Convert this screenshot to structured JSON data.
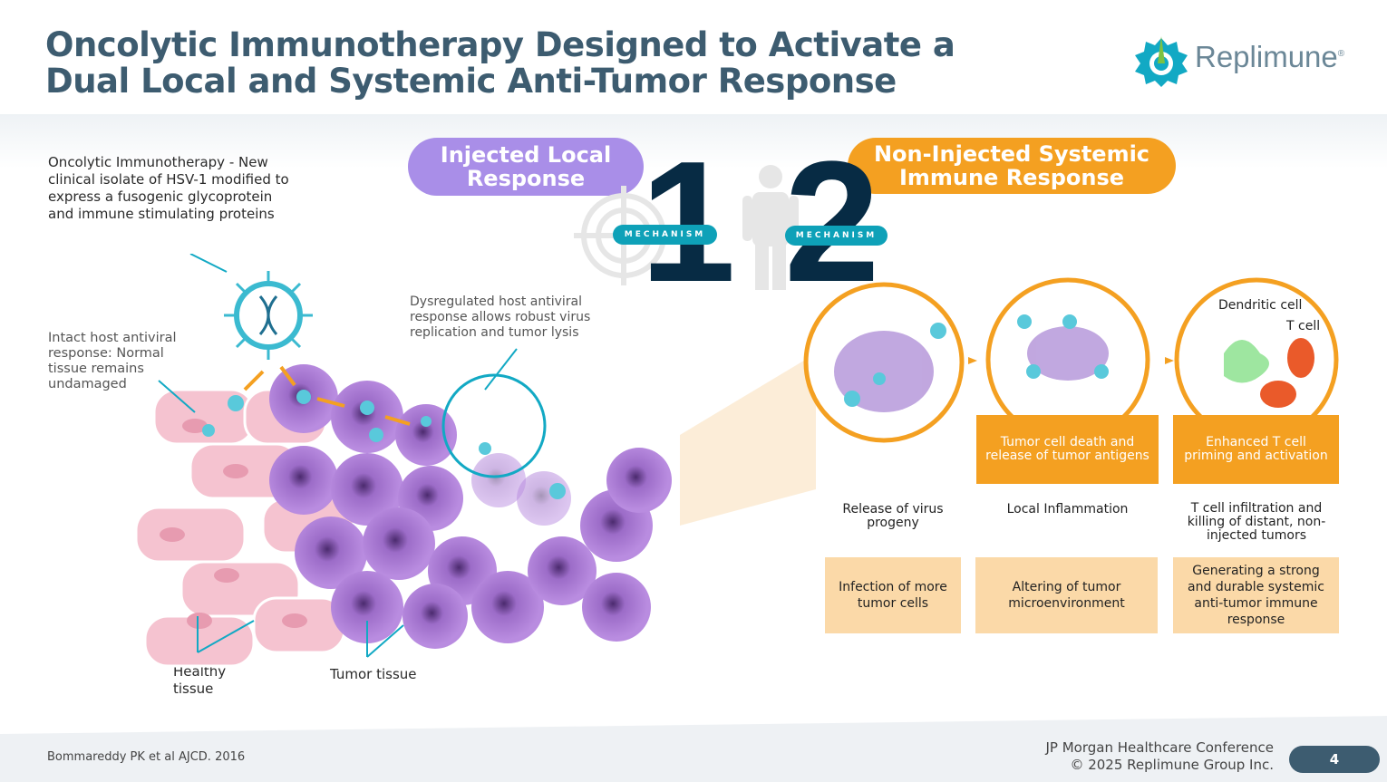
{
  "title": {
    "line1": "Oncolytic Immunotherapy Designed to Activate a",
    "line2": "Dual Local and Systemic Anti-Tumor Response"
  },
  "logo": {
    "text": "Replimune",
    "reg": "®"
  },
  "intro": "Oncolytic Immunotherapy - New clinical isolate of HSV-1 modified to express a fusogenic glycoprotein and immune stimulating proteins",
  "labels": {
    "intact": "Intact host antiviral response: Normal tissue remains undamaged",
    "dysregulated": "Dysregulated host antiviral response allows robust virus replication and tumor lysis",
    "healthy": "Healthy tissue",
    "tumor": "Tumor tissue"
  },
  "mechanism1": {
    "title": "Injected Local Response",
    "number": "1",
    "badge": "MECHANISM"
  },
  "mechanism2": {
    "title": "Non-Injected Systemic Immune Response",
    "number": "2",
    "badge": "MECHANISM"
  },
  "circle_labels": {
    "dendritic": "Dendritic cell",
    "tcell": "T cell"
  },
  "steps": [
    {
      "box": "",
      "caption": "Release of virus progeny",
      "detail": "Infection of more tumor cells"
    },
    {
      "box": "Tumor cell death and release of tumor antigens",
      "caption": "Local Inflammation",
      "detail": "Altering of tumor microenvironment"
    },
    {
      "box": "Enhanced T cell priming and activation",
      "caption": "T cell infiltration and killing of distant, non-injected tumors",
      "detail": "Generating a strong and durable systemic anti-tumor immune response"
    }
  ],
  "footer": {
    "citation": "Bommareddy PK et al AJCD. 2016",
    "conference": "JP Morgan Healthcare Conference",
    "copyright": "© 2025 Replimune Group Inc.",
    "page": "4"
  },
  "colors": {
    "title": "#3d5c70",
    "purple": "#a98ee8",
    "orange": "#f4a021",
    "light_orange": "#fbd9a8",
    "navy": "#072b44",
    "teal": "#0ea1b8"
  }
}
